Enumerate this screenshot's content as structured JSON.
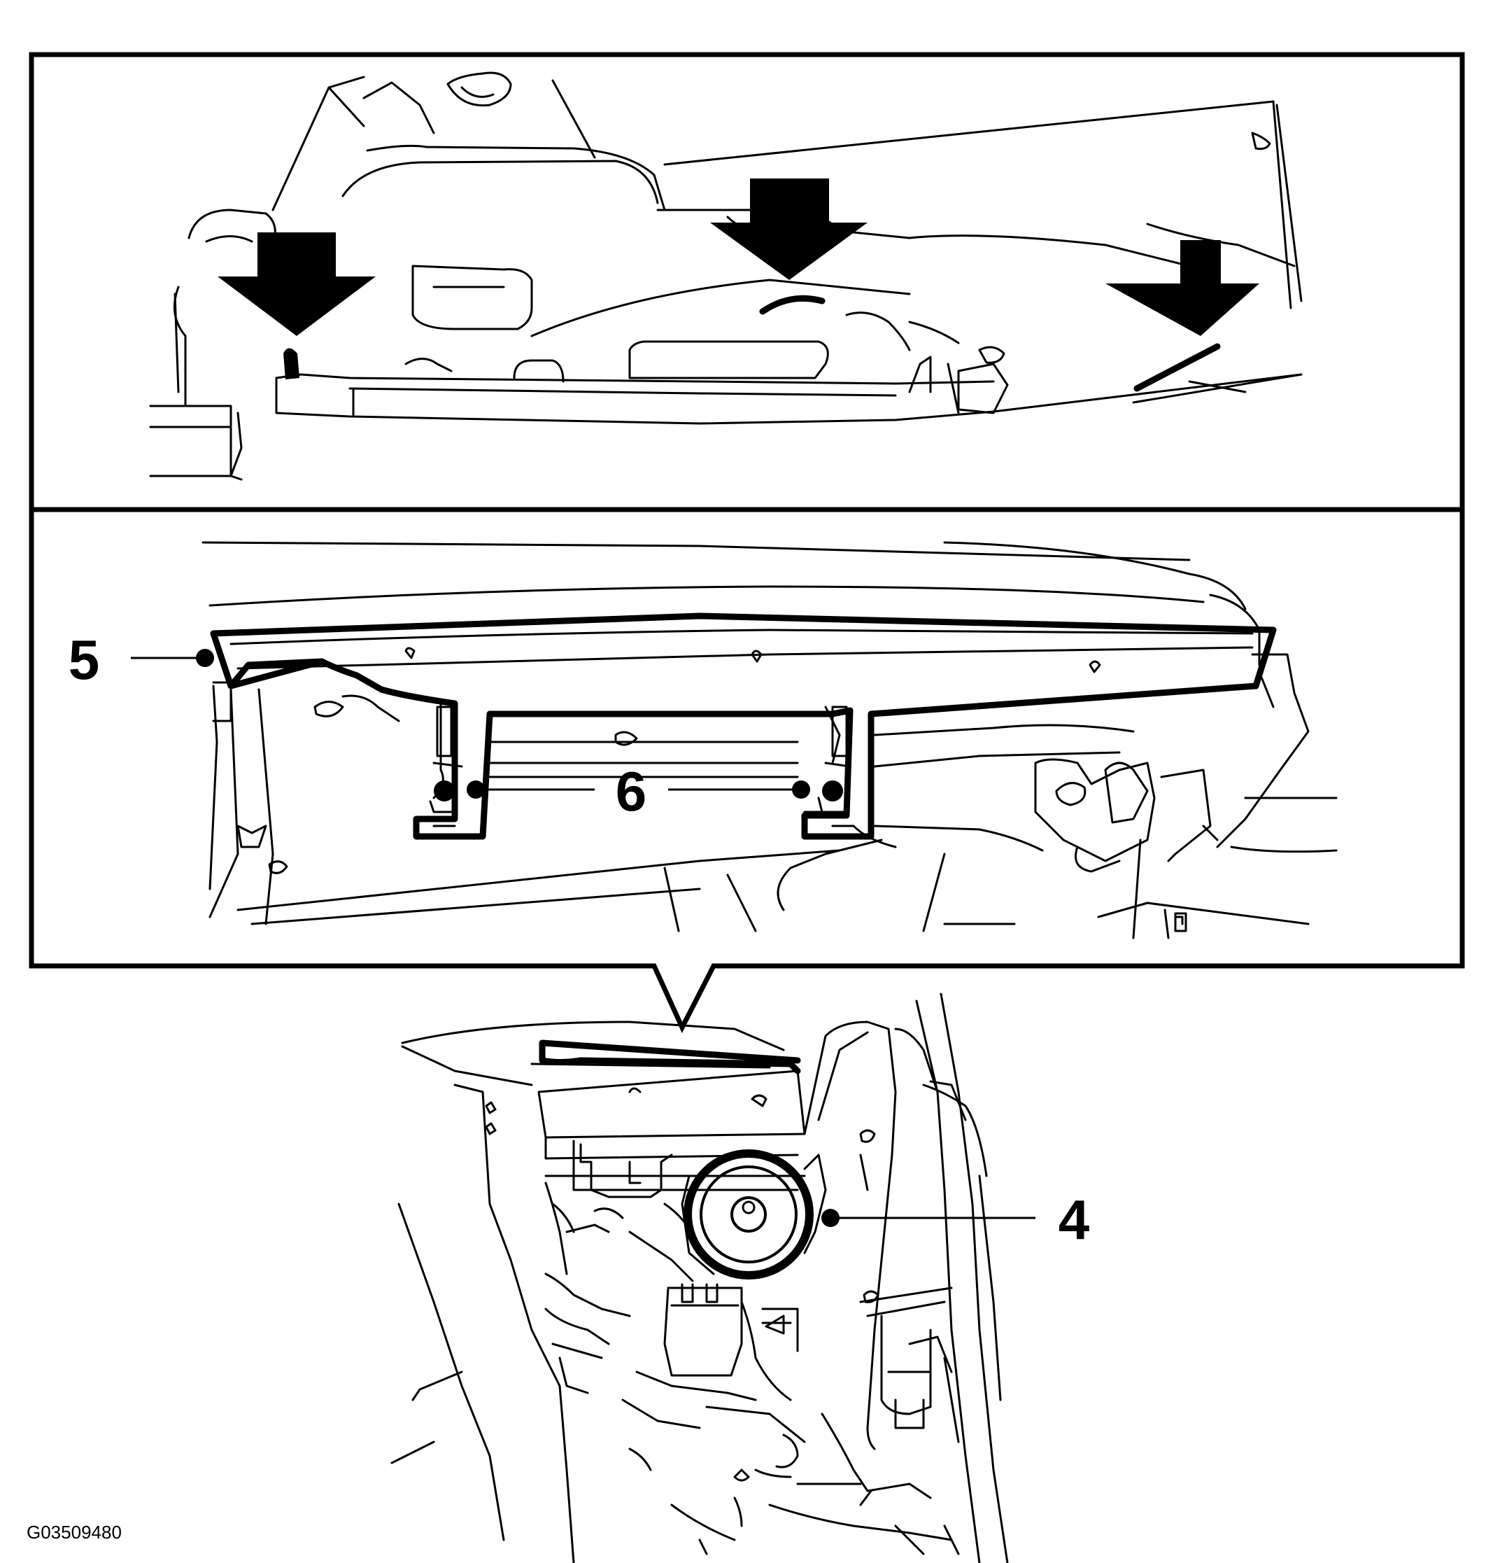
{
  "diagram": {
    "callouts": [
      {
        "id": "callout-5",
        "label": "5"
      },
      {
        "id": "callout-6",
        "label": "6"
      },
      {
        "id": "callout-4",
        "label": "4"
      }
    ],
    "figure_id": "G03509480",
    "arrow_count": 3,
    "colors": {
      "line": "#000000",
      "background": "#ffffff"
    }
  }
}
